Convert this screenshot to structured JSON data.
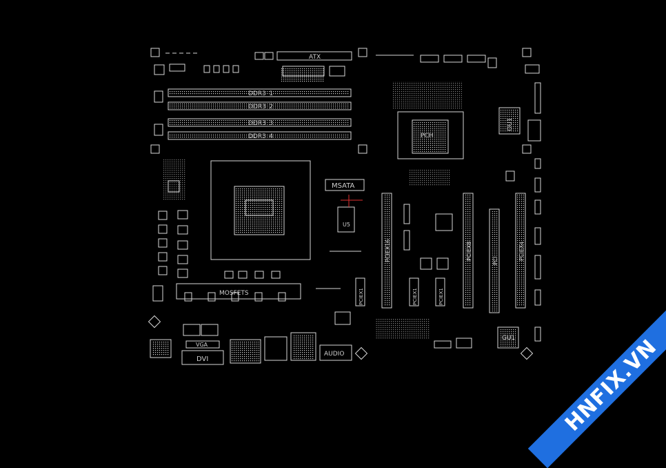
{
  "board": {
    "labels": {
      "atx": "ATX",
      "ddr3_1": "DDR3_1",
      "ddr3_2": "DDR3_2",
      "ddr3_3": "DDR3_3",
      "ddr3_4": "DDR3_4",
      "msata": "MSATA",
      "pch": "PCH",
      "ou1": "OU1",
      "gu1": "GU1",
      "u5": "U5",
      "vga": "VGA",
      "dvi": "DVI",
      "audio": "AUDIO",
      "pciex16": "PCIEX16",
      "pciex8": "PCIEX8",
      "pci": "PCI",
      "pciex4": "PCIEX4",
      "pciex1_1": "PCIEX1",
      "pciex1_2": "PCIEX1",
      "pciex1_3": "PCIEX1",
      "mosfets": "MOSFETS"
    }
  },
  "watermark": {
    "text": "HNFIX.VN",
    "color": "#1f6fe0"
  },
  "colors": {
    "background": "#000000",
    "trace": "#d8d8d8",
    "accent_red": "#e03030"
  }
}
